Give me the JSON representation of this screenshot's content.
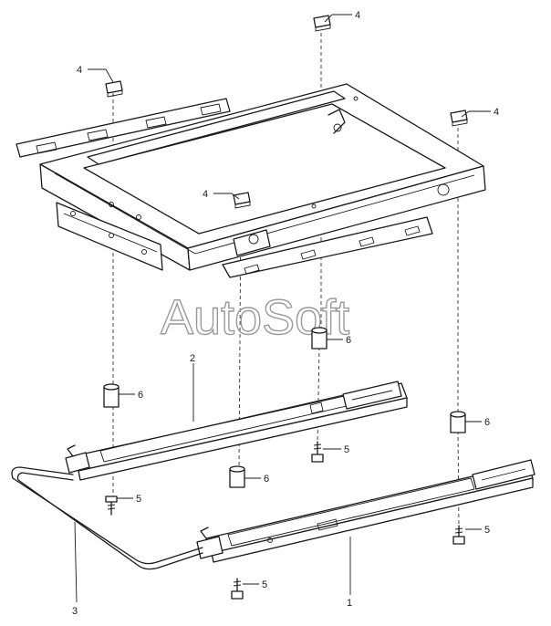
{
  "watermark": "AutoSoft",
  "callouts": {
    "c1": "1",
    "c2": "2",
    "c3": "3",
    "c4a": "4",
    "c4b": "4",
    "c4c": "4",
    "c4d": "4",
    "c5a": "5",
    "c5b": "5",
    "c5c": "5",
    "c5d": "5",
    "c6a": "6",
    "c6b": "6",
    "c6c": "6",
    "c6d": "6"
  }
}
